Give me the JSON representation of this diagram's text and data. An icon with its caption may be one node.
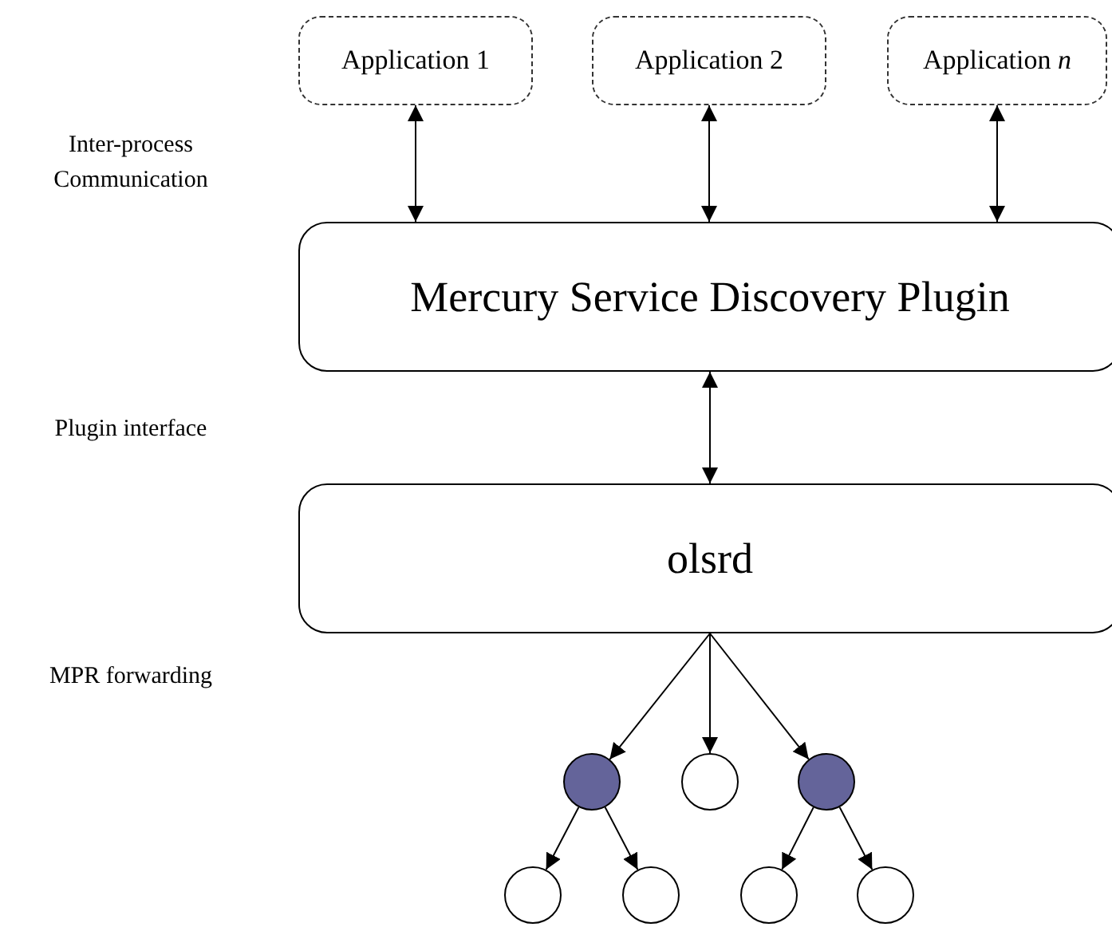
{
  "diagram": {
    "nodes": [
      {
        "text": [
          "Application 1"
        ]
      },
      {
        "text": [
          "Application 2"
        ]
      },
      {
        "text": [
          "Application *n*"
        ]
      },
      {
        "text": [
          "Mercury Service Discovery Plugin"
        ]
      },
      {
        "text": [
          "olsrd"
        ]
      },
      {
        "text": [],
        "shape": "circle"
      },
      {
        "text": [],
        "shape": "circle"
      },
      {
        "text": [],
        "shape": "circle"
      },
      {
        "text": [],
        "shape": "circle"
      },
      {
        "text": [],
        "shape": "circle"
      },
      {
        "text": [],
        "shape": "circle"
      },
      {
        "text": [],
        "shape": "circle"
      }
    ],
    "edges": [
      {
        "from": 0,
        "to": 3,
        "arrow": "both"
      },
      {
        "from": 1,
        "to": 3,
        "arrow": "both"
      },
      {
        "from": 2,
        "to": 3,
        "arrow": "both"
      },
      {
        "from": 3,
        "to": 4,
        "arrow": "both"
      },
      {
        "from": 4,
        "to": 5,
        "arrow": "to"
      },
      {
        "from": 4,
        "to": 6,
        "arrow": "to"
      },
      {
        "from": 4,
        "to": 7,
        "arrow": "to"
      },
      {
        "from": 5,
        "to": 8,
        "arrow": "to"
      },
      {
        "from": 5,
        "to": 9,
        "arrow": "to"
      },
      {
        "from": 7,
        "to": 10,
        "arrow": "to"
      },
      {
        "from": 7,
        "to": 11,
        "arrow": "to"
      }
    ],
    "labels": [
      "Inter-process Communication",
      "Plugin interface",
      "MPR forwarding"
    ]
  }
}
